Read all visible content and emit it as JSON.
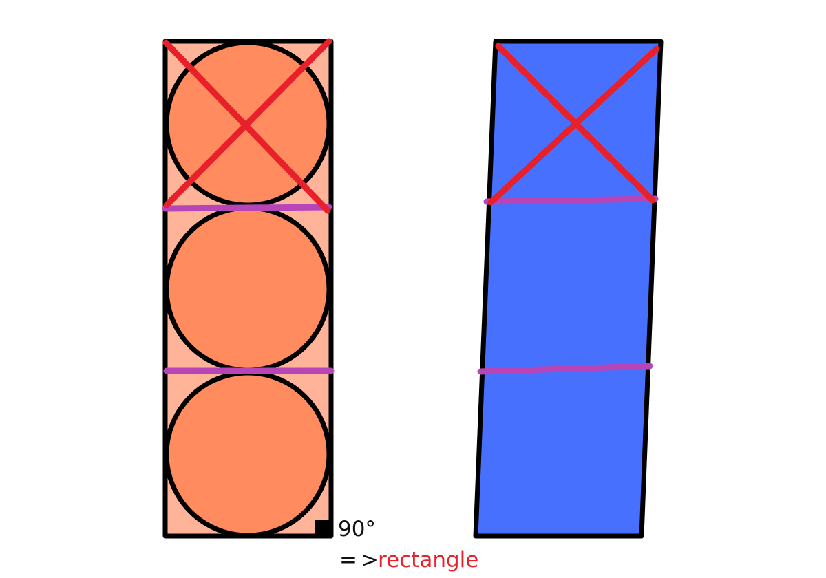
{
  "colors": {
    "rectangle_fill": "#FFB499",
    "circle_fill": "#FF8B5E",
    "outline": "#000000",
    "cross_mark": "#E8202A",
    "divider_line": "#B845B8",
    "parallelogram_fill": "#4870FF",
    "conclusion_text": "#E8202A"
  },
  "left_figure": {
    "circle_count": 3,
    "crossed_circle_index": 0
  },
  "annotations": {
    "angle_label": "90°",
    "arrow": "=>",
    "conclusion": "rectangle"
  }
}
